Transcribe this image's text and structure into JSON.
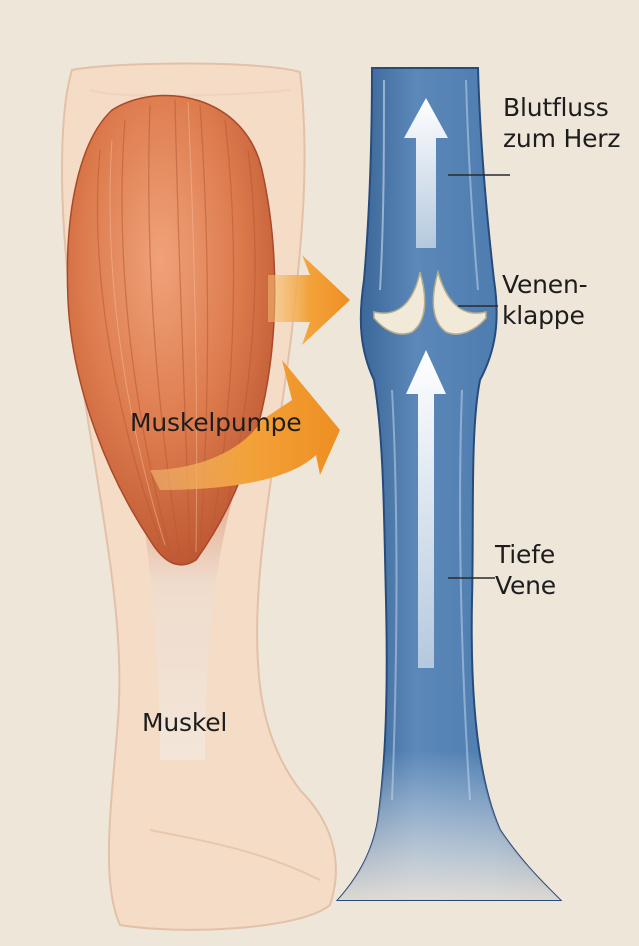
{
  "labels": {
    "flow": {
      "line1": "Blutfluss",
      "line2": "zum Herz"
    },
    "valve": {
      "line1": "Venen-",
      "line2": "klappe"
    },
    "pump": "Muskelpumpe",
    "deep_vein": {
      "line1": "Tiefe",
      "line2": "Vene"
    },
    "muscle": "Muskel"
  },
  "colors": {
    "background": "#efe6da",
    "skin": "#f4dcc6",
    "muscle": "#d9774a",
    "tendon": "#efe2d6",
    "vein": "#4a77a8",
    "vein_dark": "#2f5a8c",
    "valve": "#f1ead8",
    "flow_arrow": "#ffffff",
    "pump_arrow": "#f3a23a"
  },
  "icons": {
    "flow_arrow": "arrow-up-icon",
    "pump_arrow": "curved-arrow-right-icon"
  }
}
